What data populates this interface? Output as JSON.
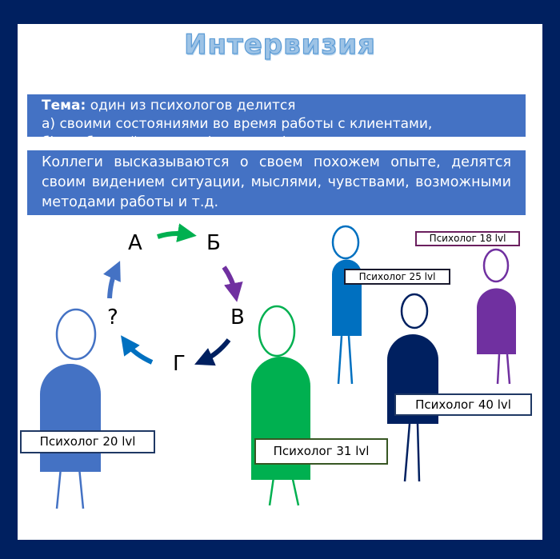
{
  "title": "Интервизия",
  "topic": {
    "label": "Тема:",
    "line1": " один из психологов делится",
    "line2": "а) своими состояниями во время работы с клиентами,",
    "line3": "б) проблемой клиента (анонимно)."
  },
  "description": "Коллеги высказываются о своем похожем опыте, делятся своим видением ситуации, мыслями, чувствами, возможными методами работы и т.д.",
  "cycle": [
    "А",
    "Б",
    "В",
    "Г",
    "?"
  ],
  "psychologists": [
    {
      "label": "Психолог 20 lvl",
      "color": "#4472C4"
    },
    {
      "label": "Психолог 31 lvl",
      "color": "#00B050"
    },
    {
      "label": "Психолог 25 lvl",
      "color": "#0070C0"
    },
    {
      "label": "Психолог 40 lvl",
      "color": "#002060"
    },
    {
      "label": "Психолог 18 lvl",
      "color": "#7030A0"
    }
  ]
}
